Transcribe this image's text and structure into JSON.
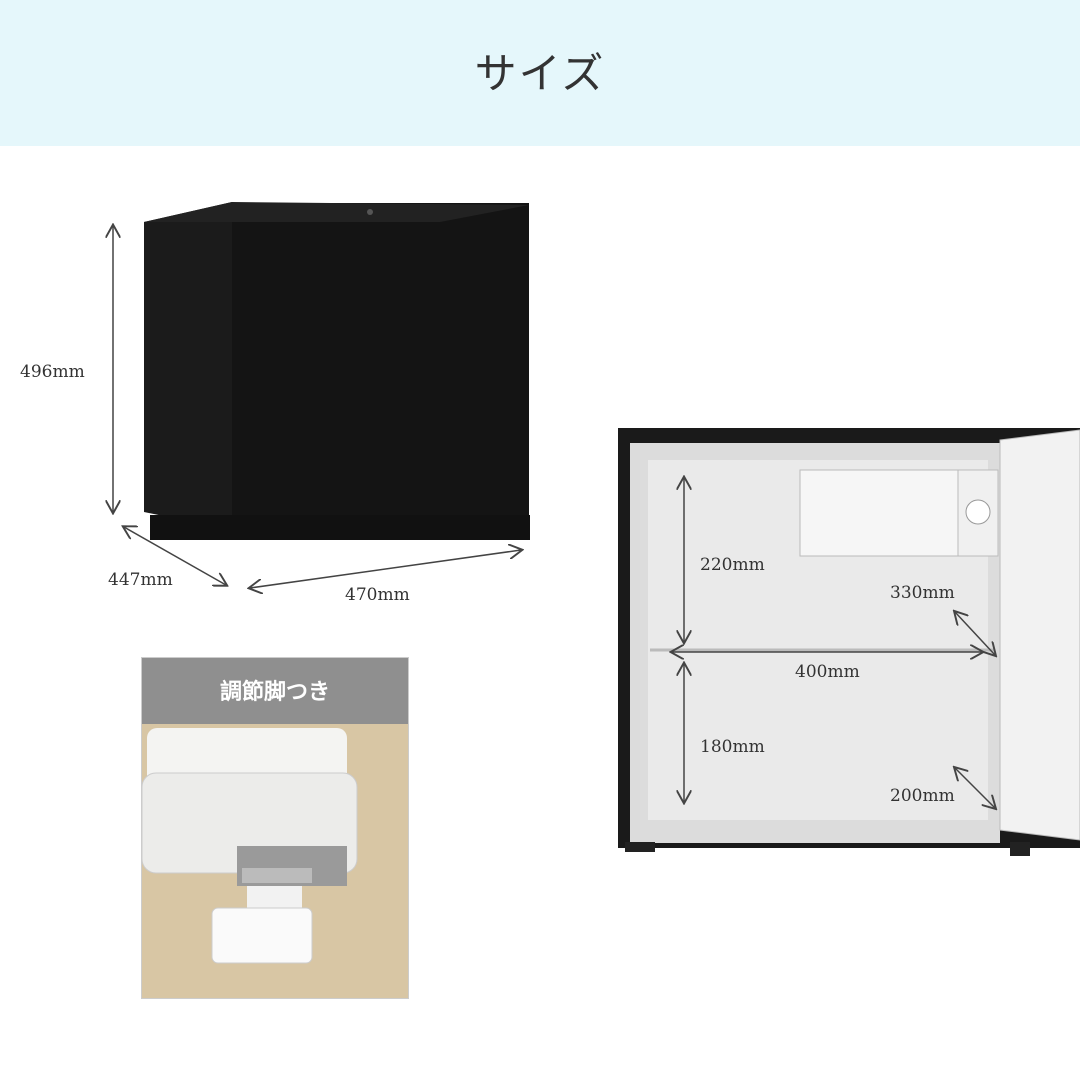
{
  "header": {
    "title": "サイズ",
    "background": "#e5f7fb"
  },
  "exterior": {
    "height_label": "496mm",
    "depth_label": "447mm",
    "width_label": "470mm"
  },
  "interior": {
    "upper_height_label": "220mm",
    "upper_depth_label": "330mm",
    "width_label": "400mm",
    "lower_height_label": "180mm",
    "lower_depth_label": "200mm"
  },
  "inset": {
    "caption": "調節脚つき"
  }
}
